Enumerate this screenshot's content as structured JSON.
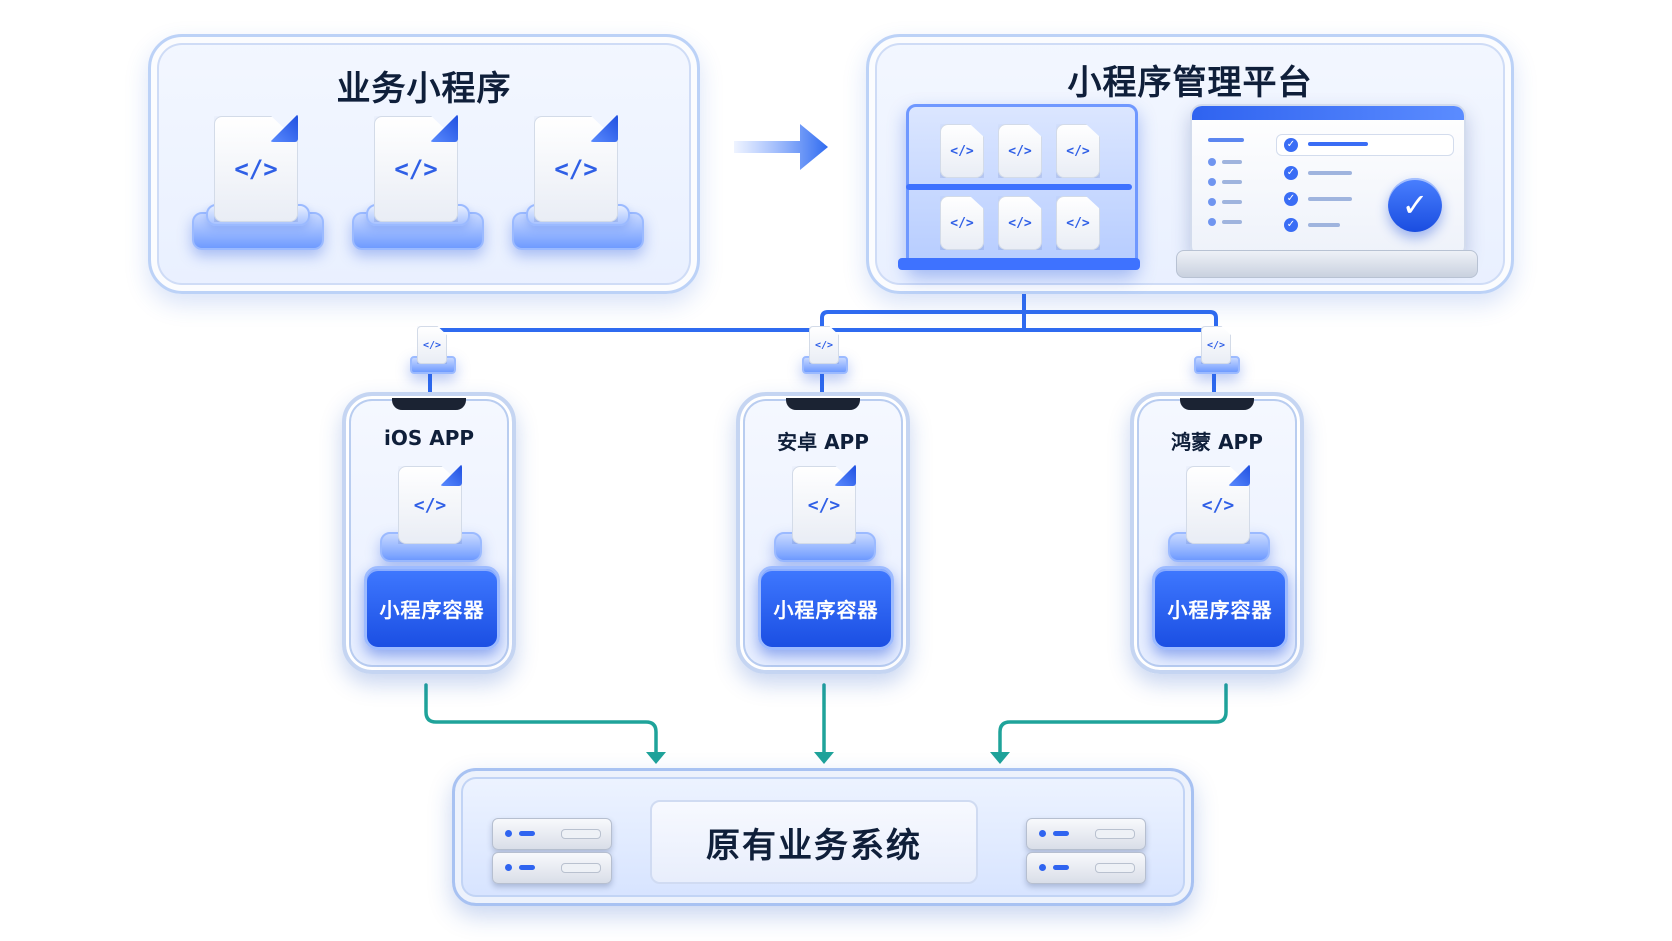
{
  "business_panel": {
    "title": "业务小程序"
  },
  "platform_panel": {
    "title": "小程序管理平台"
  },
  "code_symbol": "</>",
  "phones": [
    {
      "title": "iOS APP",
      "container": "小程序容器"
    },
    {
      "title": "安卓 APP",
      "container": "小程序容器"
    },
    {
      "title": "鸿蒙 APP",
      "container": "小程序容器"
    }
  ],
  "system": {
    "label": "原有业务系统"
  },
  "check_mark": "✓",
  "colors": {
    "accent": "#2f5fe6",
    "distribution_line": "#2f6bf0",
    "data_line": "#1fa39a"
  }
}
